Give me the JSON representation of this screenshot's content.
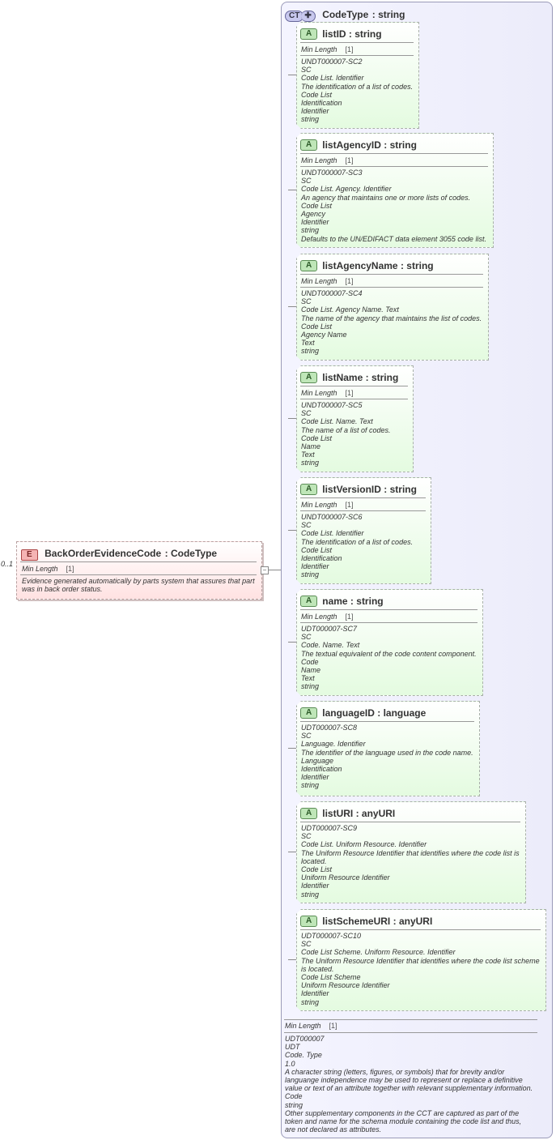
{
  "element": {
    "badge": "E",
    "name": "BackOrderEvidenceCode",
    "type": "CodeType",
    "cardinality": "0..1",
    "facet_label": "Min Length",
    "facet_value": "[1]",
    "description": [
      "Evidence generated automatically by parts system that assures that part",
      "was in back order status."
    ]
  },
  "complex_type": {
    "badge": "CT",
    "name": "CodeType",
    "type": "string",
    "facet_label": "Min Length",
    "facet_value": "[1]",
    "description": [
      "UDT000007",
      "UDT",
      "Code. Type",
      "1.0",
      "A character string (letters, figures, or symbols) that for brevity and/or",
      "languange independence may be used to represent or replace a definitive",
      "value or text of an attribute together with relevant supplementary information.",
      "Code",
      "string",
      "Other supplementary components in the CCT are captured as part of the",
      "token and name for the schema module containing the code list and thus,",
      "are not declared as attributes."
    ]
  },
  "attributes": [
    {
      "badge": "A",
      "name": "listID",
      "type": "string",
      "facet_label": "Min Length",
      "facet_value": "[1]",
      "description": [
        "UNDT000007-SC2",
        "SC",
        "Code List. Identifier",
        "The identification of a list of codes.",
        "Code List",
        "Identification",
        "Identifier",
        "string"
      ]
    },
    {
      "badge": "A",
      "name": "listAgencyID",
      "type": "string",
      "facet_label": "Min Length",
      "facet_value": "[1]",
      "description": [
        "UNDT000007-SC3",
        "SC",
        "Code List. Agency. Identifier",
        "An agency that maintains one or more lists of codes.",
        "Code List",
        "Agency",
        "Identifier",
        "string",
        "Defaults to the UN/EDIFACT data element 3055 code list."
      ]
    },
    {
      "badge": "A",
      "name": "listAgencyName",
      "type": "string",
      "facet_label": "Min Length",
      "facet_value": "[1]",
      "description": [
        "UNDT000007-SC4",
        "SC",
        "Code List. Agency Name. Text",
        "The name of the agency that maintains the list of codes.",
        "Code List",
        "Agency Name",
        "Text",
        "string"
      ]
    },
    {
      "badge": "A",
      "name": "listName",
      "type": "string",
      "facet_label": "Min Length",
      "facet_value": "[1]",
      "description": [
        "UNDT000007-SC5",
        "SC",
        "Code List. Name. Text",
        "The name of a list of codes.",
        "Code List",
        "Name",
        "Text",
        "string"
      ]
    },
    {
      "badge": "A",
      "name": "listVersionID",
      "type": "string",
      "facet_label": "Min Length",
      "facet_value": "[1]",
      "description": [
        "UNDT000007-SC6",
        "SC",
        "Code List. Identifier",
        "The identification of a list of codes.",
        "Code List",
        "Identification",
        "Identifier",
        "string"
      ]
    },
    {
      "badge": "A",
      "name": "name",
      "type": "string",
      "facet_label": "Min Length",
      "facet_value": "[1]",
      "description": [
        "UDT000007-SC7",
        "SC",
        "Code. Name. Text",
        "The textual equivalent of the code content component.",
        "Code",
        "Name",
        "Text",
        "string"
      ]
    },
    {
      "badge": "A",
      "name": "languageID",
      "type": "language",
      "description": [
        "UDT000007-SC8",
        "SC",
        "Language. Identifier",
        "The identifier of the language used in the code name.",
        "Language",
        "Identification",
        "Identifier",
        "string"
      ]
    },
    {
      "badge": "A",
      "name": "listURI",
      "type": "anyURI",
      "description": [
        "UDT000007-SC9",
        "SC",
        "Code List. Uniform Resource. Identifier",
        "The Uniform Resource Identifier that identifies where the code list is",
        "located.",
        "Code List",
        "Uniform Resource Identifier",
        "Identifier",
        "string"
      ]
    },
    {
      "badge": "A",
      "name": "listSchemeURI",
      "type": "anyURI",
      "description": [
        "UDT000007-SC10",
        "SC",
        "Code List Scheme. Uniform Resource. Identifier",
        "The Uniform Resource Identifier that identifies where the code list scheme",
        "is located.",
        "Code List Scheme",
        "Uniform Resource Identifier",
        "Identifier",
        "string"
      ]
    }
  ]
}
